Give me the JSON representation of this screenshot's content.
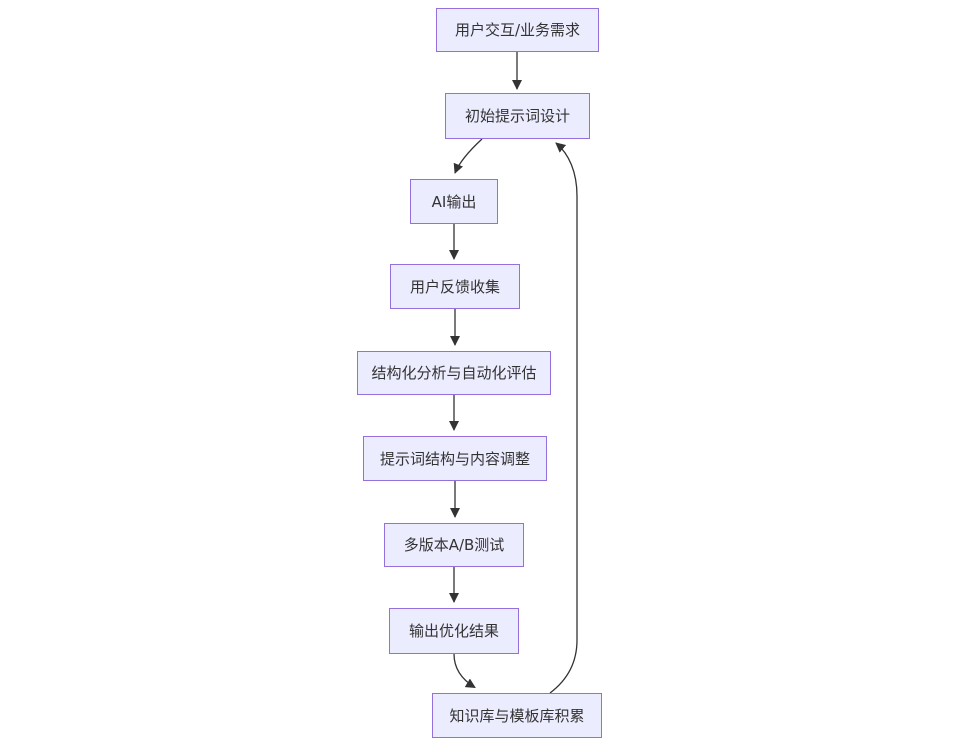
{
  "diagram": {
    "type": "flowchart",
    "direction": "top-down",
    "colors": {
      "node_fill": "#ECECFF",
      "node_border": "#9370DB",
      "node_text": "#333333",
      "edge_stroke": "#333333",
      "background": "#FFFFFF"
    },
    "nodes": [
      {
        "label": "用户交互/业务需求"
      },
      {
        "label": "初始提示词设计"
      },
      {
        "label": "AI输出"
      },
      {
        "label": "用户反馈收集"
      },
      {
        "label": "结构化分析与自动化评估"
      },
      {
        "label": "提示词结构与内容调整"
      },
      {
        "label": "多版本A/B测试"
      },
      {
        "label": "输出优化结果"
      },
      {
        "label": "知识库与模板库积累"
      }
    ],
    "edges": [
      {
        "from": "用户交互/业务需求",
        "to": "初始提示词设计"
      },
      {
        "from": "初始提示词设计",
        "to": "AI输出"
      },
      {
        "from": "AI输出",
        "to": "用户反馈收集"
      },
      {
        "from": "用户反馈收集",
        "to": "结构化分析与自动化评估"
      },
      {
        "from": "结构化分析与自动化评估",
        "to": "提示词结构与内容调整"
      },
      {
        "from": "提示词结构与内容调整",
        "to": "多版本A/B测试"
      },
      {
        "from": "多版本A/B测试",
        "to": "输出优化结果"
      },
      {
        "from": "输出优化结果",
        "to": "知识库与模板库积累"
      },
      {
        "from": "知识库与模板库积累",
        "to": "初始提示词设计"
      }
    ]
  }
}
